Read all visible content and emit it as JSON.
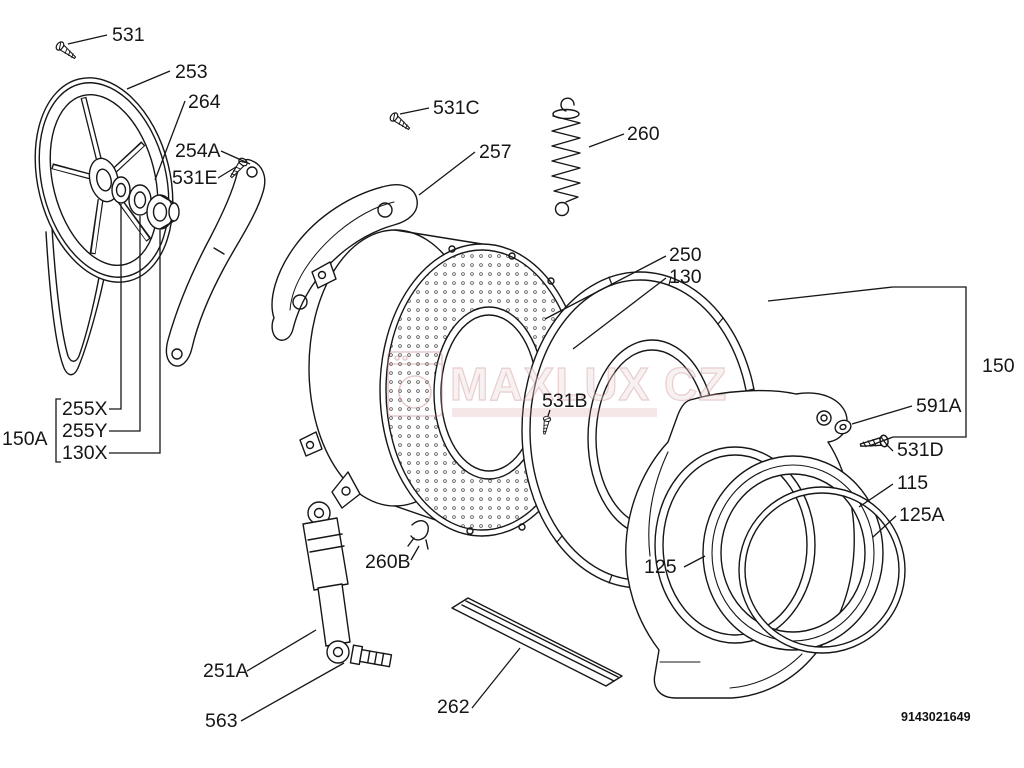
{
  "watermark": {
    "text": "MAXLUX CZ"
  },
  "doc_number": "9143021649",
  "parts": {
    "p531": "531",
    "p253": "253",
    "p264": "264",
    "p254A": "254A",
    "p531E": "531E",
    "p531C": "531C",
    "p257": "257",
    "p260": "260",
    "p250": "250",
    "p130": "130",
    "p150": "150",
    "p591A": "591A",
    "p531D": "531D",
    "p115": "115",
    "p125A": "125A",
    "p125": "125",
    "p531B": "531B",
    "p150A": "150A",
    "p255X": "255X",
    "p255Y": "255Y",
    "p130X": "130X",
    "p260B": "260B",
    "p251A": "251A",
    "p563": "563",
    "p262": "262"
  }
}
